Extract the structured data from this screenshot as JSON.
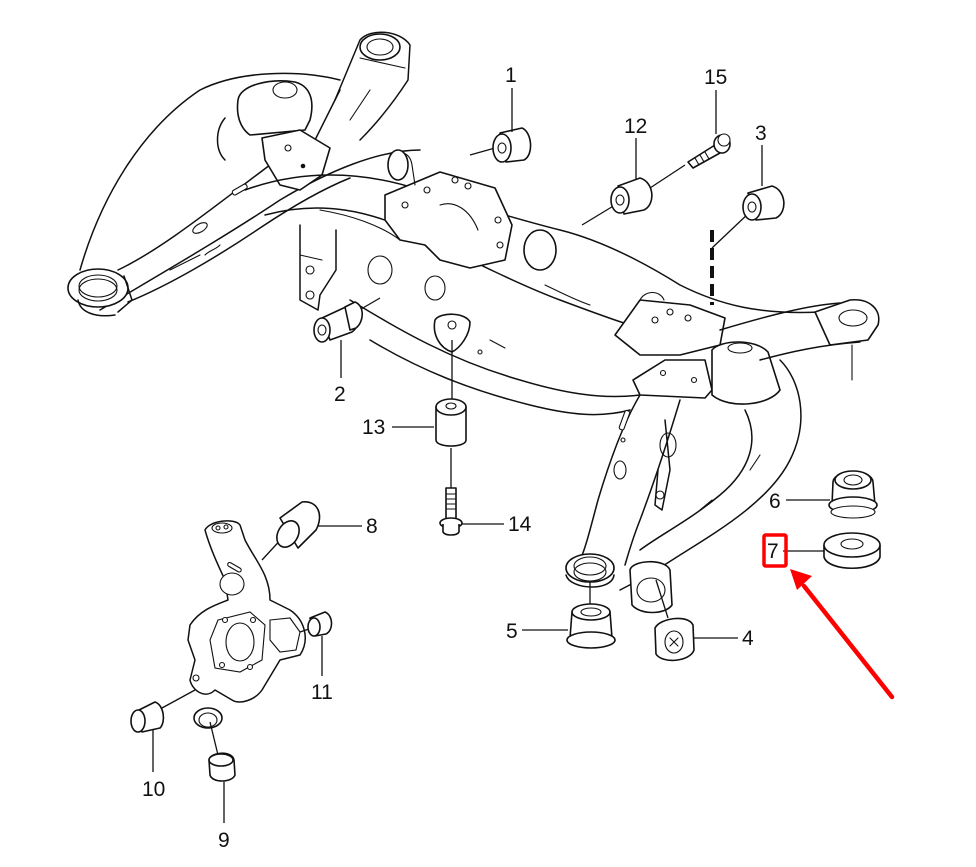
{
  "diagram": {
    "type": "exploded-parts-diagram",
    "subject": "rear subframe crossmember with bushings, bolts and knuckle",
    "highlight": {
      "callout": "7",
      "box_color": "#ff0000",
      "arrow_color": "#ff0000"
    },
    "callouts": [
      {
        "id": "1",
        "label": "1",
        "part": "bushing"
      },
      {
        "id": "2",
        "label": "2",
        "part": "bushing"
      },
      {
        "id": "3",
        "label": "3",
        "part": "bushing"
      },
      {
        "id": "4",
        "label": "4",
        "part": "bushing"
      },
      {
        "id": "5",
        "label": "5",
        "part": "bushing"
      },
      {
        "id": "6",
        "label": "6",
        "part": "mount bushing"
      },
      {
        "id": "7",
        "label": "7",
        "part": "washer / mount insulator"
      },
      {
        "id": "8",
        "label": "8",
        "part": "bushing"
      },
      {
        "id": "9",
        "label": "9",
        "part": "bushing"
      },
      {
        "id": "10",
        "label": "10",
        "part": "bushing"
      },
      {
        "id": "11",
        "label": "11",
        "part": "bushing"
      },
      {
        "id": "12",
        "label": "12",
        "part": "bushing"
      },
      {
        "id": "13",
        "label": "13",
        "part": "bushing"
      },
      {
        "id": "14",
        "label": "14",
        "part": "bolt"
      },
      {
        "id": "15",
        "label": "15",
        "part": "bolt"
      }
    ]
  }
}
